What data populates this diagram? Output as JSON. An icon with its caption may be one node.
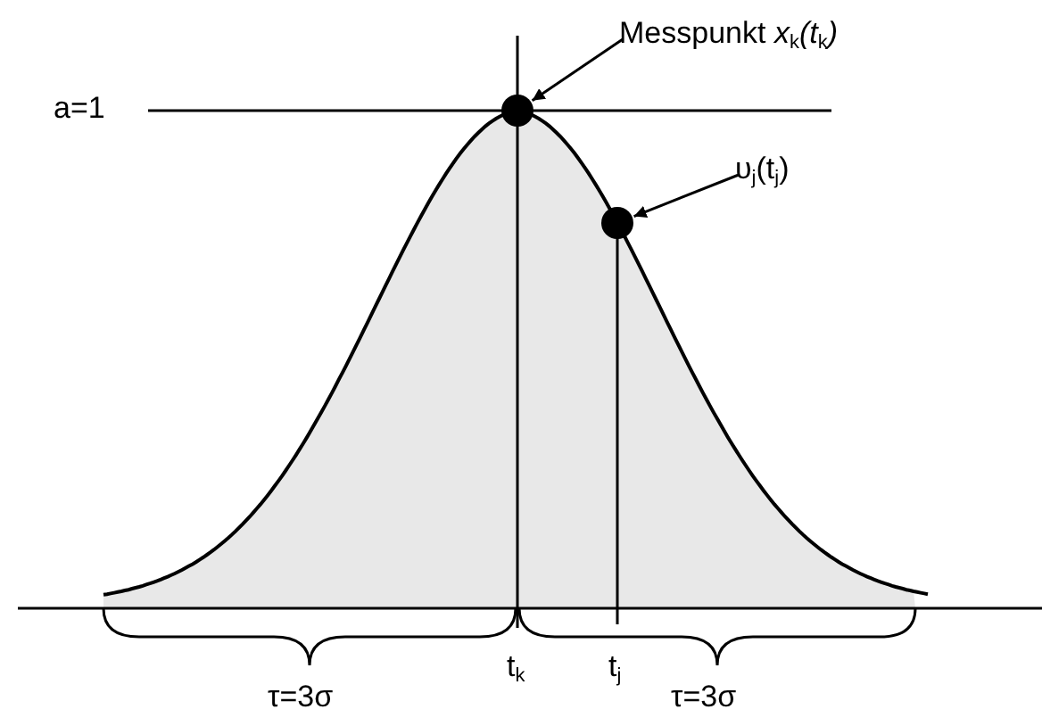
{
  "diagram": {
    "nodes": [
      {
        "text": [
          "Messpunkt *x*$_{k}$*(t*$_{k}$*)*"
        ]
      },
      {
        "text": [],
        "shape": "circle"
      },
      {
        "text": [
          "υ$_{j}$(t$_{j}$)"
        ]
      },
      {
        "text": [],
        "shape": "circle"
      }
    ],
    "edges": [
      {
        "from": 0,
        "to": 1,
        "arrow": "to"
      },
      {
        "from": 2,
        "to": 3,
        "arrow": "to"
      }
    ],
    "labels": [
      "a=1",
      "τ=3σ",
      "t$_{k}$",
      "t$_{j}$",
      "τ=3σ"
    ]
  }
}
